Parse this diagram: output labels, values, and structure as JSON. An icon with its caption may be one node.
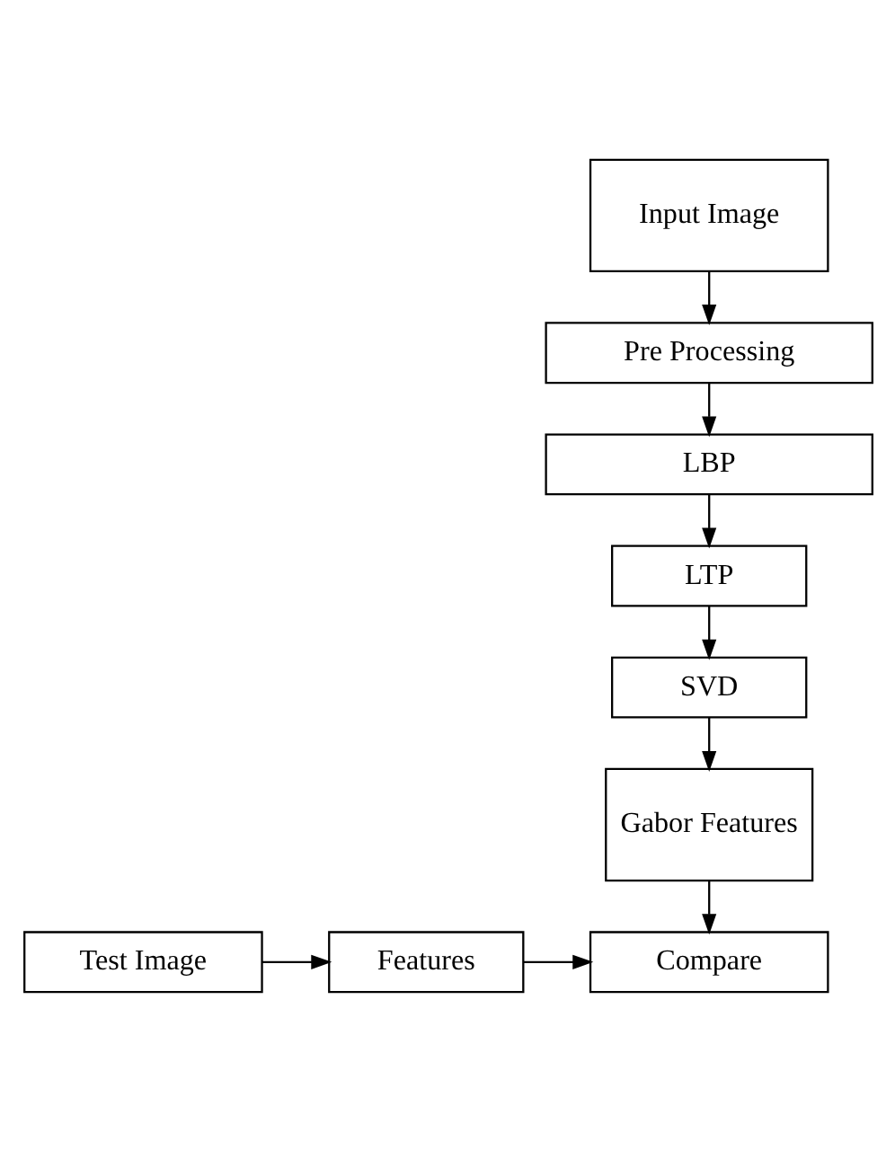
{
  "diagram": {
    "nodes": [
      {
        "text": [
          "Input Image"
        ]
      },
      {
        "text": [
          "Pre Processing"
        ]
      },
      {
        "text": [
          "LBP"
        ]
      },
      {
        "text": [
          "LTP"
        ]
      },
      {
        "text": [
          "SVD"
        ]
      },
      {
        "text": [
          "Gabor Features"
        ]
      },
      {
        "text": [
          "Test Image"
        ]
      },
      {
        "text": [
          "Features"
        ]
      },
      {
        "text": [
          "Compare"
        ]
      }
    ],
    "edges": [
      {
        "from": 0,
        "to": 1,
        "arrow": "to"
      },
      {
        "from": 1,
        "to": 2,
        "arrow": "to"
      },
      {
        "from": 2,
        "to": 3,
        "arrow": "to"
      },
      {
        "from": 3,
        "to": 4,
        "arrow": "to"
      },
      {
        "from": 4,
        "to": 5,
        "arrow": "to"
      },
      {
        "from": 5,
        "to": 8,
        "arrow": "to"
      },
      {
        "from": 6,
        "to": 7,
        "arrow": "to"
      },
      {
        "from": 7,
        "to": 8,
        "arrow": "to"
      }
    ]
  }
}
